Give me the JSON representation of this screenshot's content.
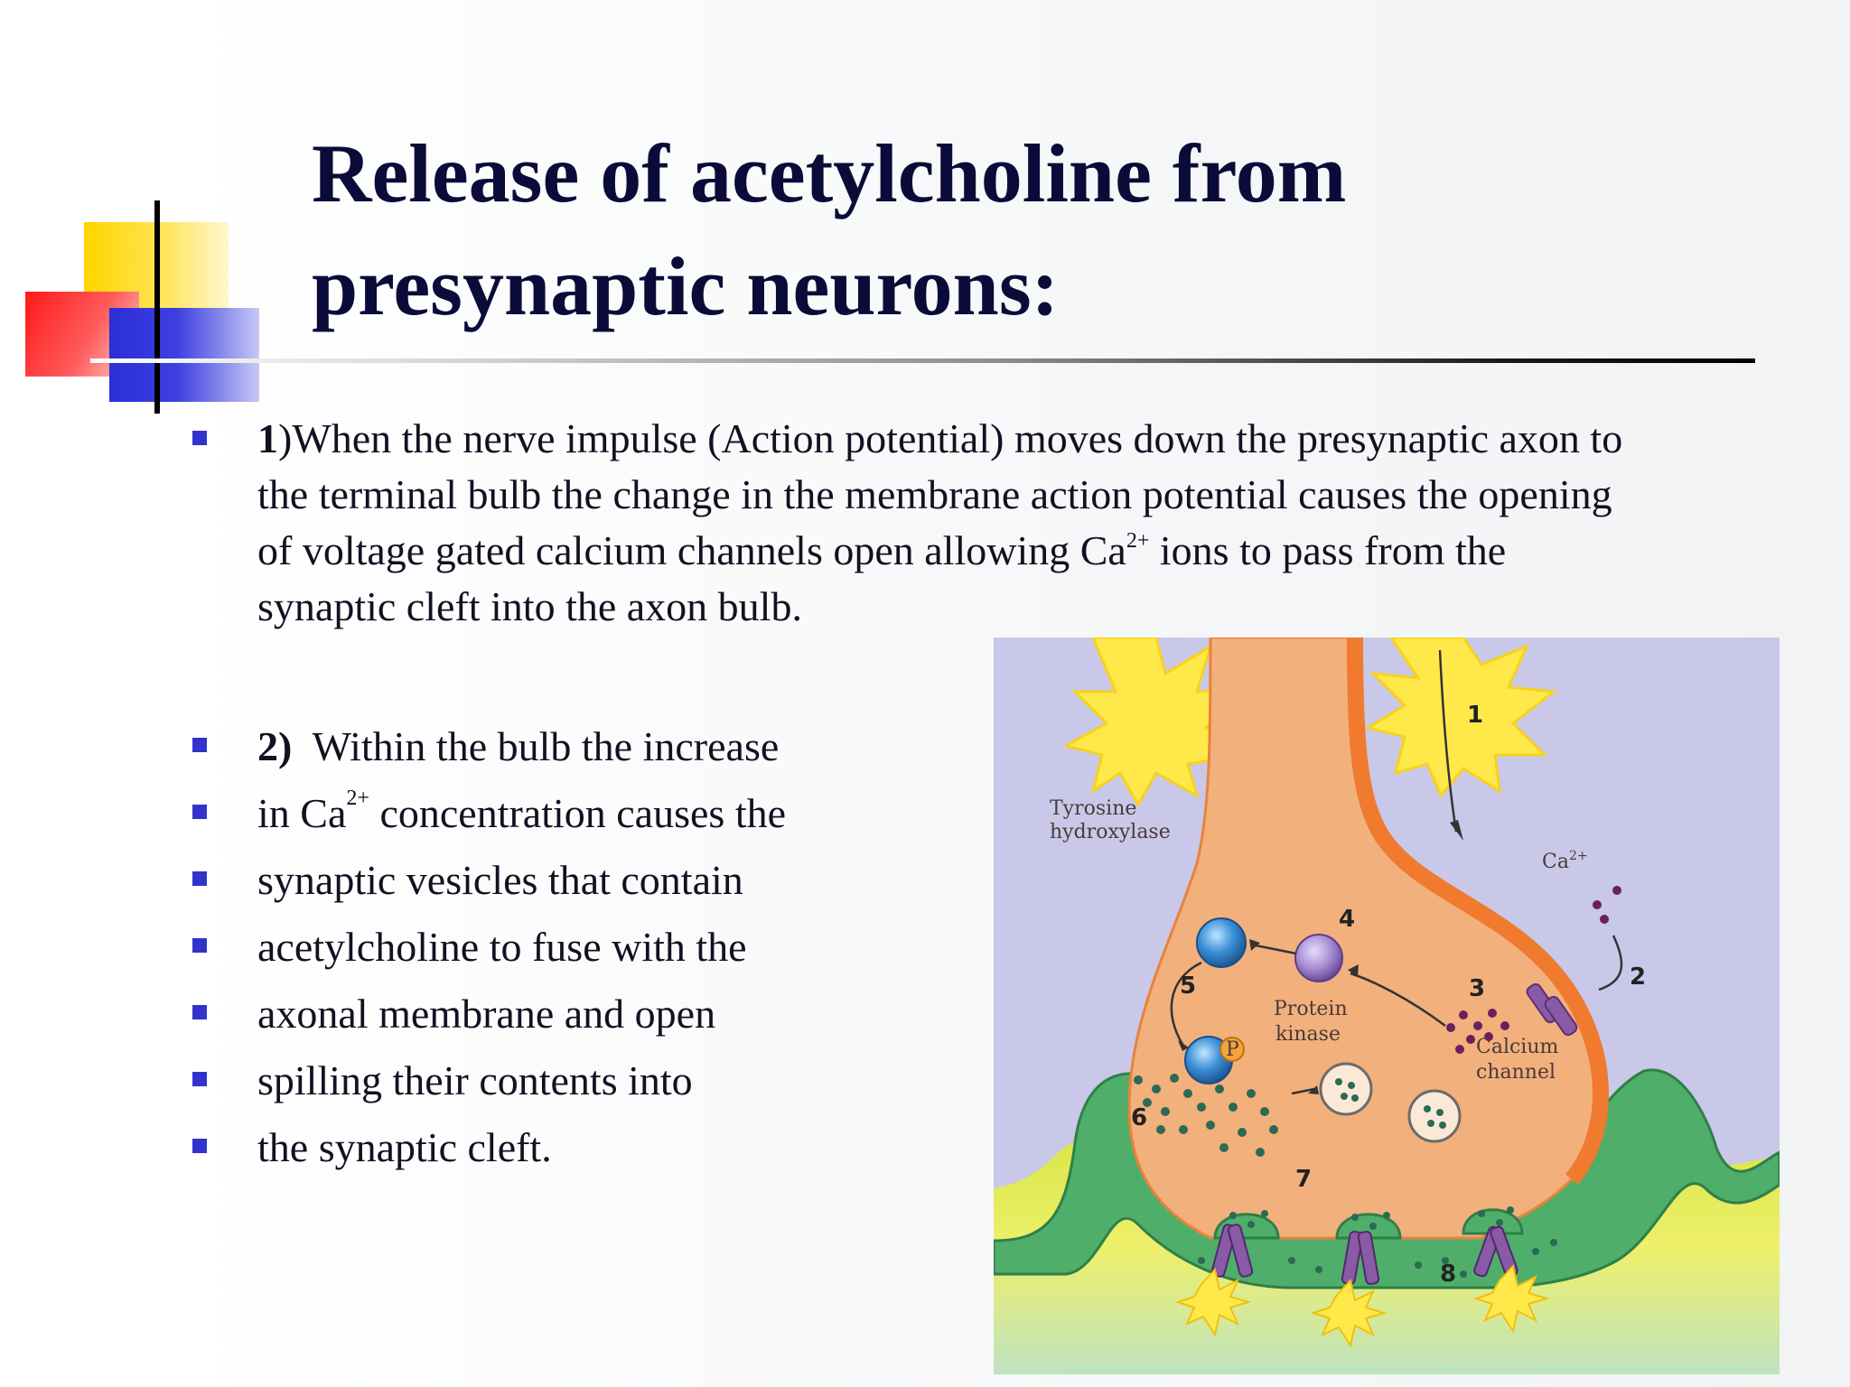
{
  "slide": {
    "title_line1": "Release of acetylcholine from",
    "title_line2": "presynaptic neurons:"
  },
  "bullet1": {
    "num": "1",
    "text_before_sup": ")When the nerve impulse (Action potential) moves down the presynaptic axon to the terminal bulb the change in the membrane action potential causes the opening of voltage gated calcium channels open allowing Ca",
    "sup": "2+",
    "text_after_sup": " ions to pass from the synaptic cleft into the axon bulb."
  },
  "bullet2": {
    "num": "2)",
    "lines": [
      "  Within the bulb the increase",
      "in Ca",
      " concentration causes the",
      "synaptic vesicles that contain",
      "acetylcholine to fuse with the",
      "axonal membrane and open",
      "spilling their contents into",
      "the synaptic cleft."
    ],
    "sup": "2+"
  },
  "figure": {
    "labels": {
      "tyrosine": "Tyrosine",
      "hydroxylase": "hydroxylase",
      "protein": "Protein",
      "kinase": "kinase",
      "calcium": "Calcium",
      "channel": "channel",
      "ca_ion": "Ca",
      "ca_sup": "2+",
      "phospho": "P"
    },
    "step_numbers": [
      "1",
      "2",
      "3",
      "4",
      "5",
      "6",
      "7",
      "8"
    ],
    "colors": {
      "background": "#c9c8e8",
      "axon": "#f2b07c",
      "axon_edge": "#f07a2e",
      "cleft_green": "#4fae6a",
      "postsynaptic": "#e9ec52",
      "flash": "#ffe94a",
      "receptor": "#8a5aa6",
      "vesicle_blue": "#3b8fd6",
      "kinase_purple": "#a58ad0"
    }
  }
}
